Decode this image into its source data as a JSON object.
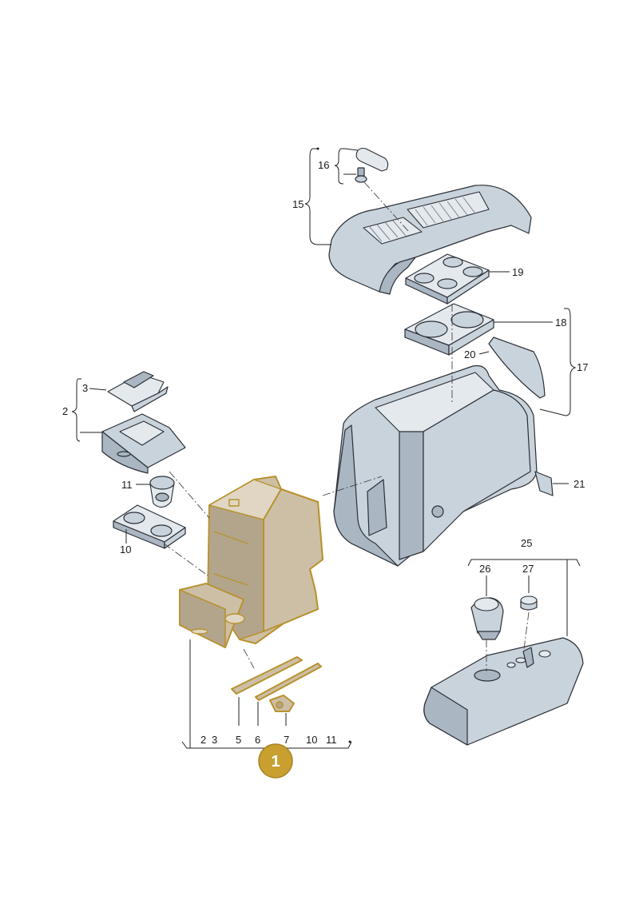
{
  "callouts": {
    "c1": "1",
    "c2": "2",
    "c3": "3",
    "c10": "10",
    "c11": "11",
    "c15": "15",
    "c16": "16",
    "c17": "17",
    "c18": "18",
    "c19": "19",
    "c20": "20",
    "c21": "21",
    "c25": "25",
    "c26": "26",
    "c27": "27"
  },
  "bottom_row": {
    "b2": "2",
    "b3": "3",
    "b5": "5",
    "b6": "6",
    "b7": "7",
    "b10": "10",
    "b11": "11"
  },
  "colors": {
    "highlight_outline": "#b8922e",
    "badge": "#c9a030",
    "part_fill": "#c9d3dc"
  }
}
